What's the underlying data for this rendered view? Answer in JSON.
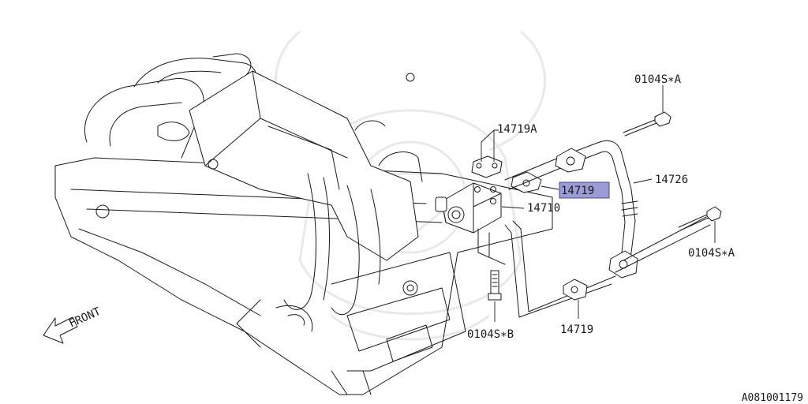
{
  "diagram_id": "A081001179",
  "direction_label": "FRONT",
  "highlight_color": "#9b9bd6",
  "parts": [
    {
      "id": "p-0104s-a-top",
      "number": "0104S∗A",
      "highlighted": false
    },
    {
      "id": "p-14719a",
      "number": "14719A",
      "highlighted": false
    },
    {
      "id": "p-14726",
      "number": "14726",
      "highlighted": false
    },
    {
      "id": "p-14719-top",
      "number": "14719",
      "highlighted": true
    },
    {
      "id": "p-14710",
      "number": "14710",
      "highlighted": false
    },
    {
      "id": "p-0104s-a-right",
      "number": "0104S∗A",
      "highlighted": false
    },
    {
      "id": "p-0104s-b",
      "number": "0104S∗B",
      "highlighted": false
    },
    {
      "id": "p-14719-bottom",
      "number": "14719",
      "highlighted": false
    }
  ]
}
